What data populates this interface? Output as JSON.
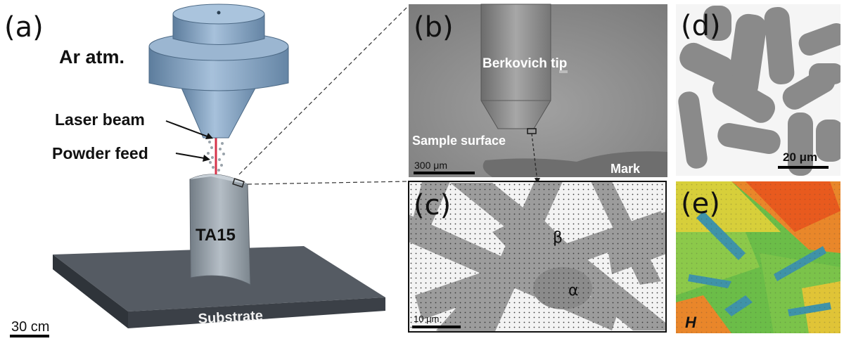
{
  "panels": {
    "a": {
      "label": "(a)",
      "atmosphere": "Ar atm.",
      "laser_label": "Laser beam",
      "powder_label": "Powder feed",
      "part_label": "TA15",
      "substrate_label": "Substrate",
      "scale_label": "30 cm"
    },
    "b": {
      "label": "(b)",
      "tip_label": "Berkovich tip",
      "surface_label": "Sample surface",
      "mark_label": "Mark",
      "scale_label": "300 μm"
    },
    "c": {
      "label": "(c)",
      "beta_label": "β",
      "alpha_label": "α",
      "scale_label": "10 μm"
    },
    "d": {
      "label": "(d)",
      "scale_label": "20 μm"
    },
    "e": {
      "label": "(e)",
      "map_label": "H"
    }
  },
  "colors": {
    "nozzle": "#7f9fbe",
    "substrate": "#4a5058",
    "part": "#8d979f",
    "laser": "#d6334a",
    "sem_background": "#8d8d8d",
    "map_high": "#e8501c",
    "map_mid": "#f0d83a",
    "map_low": "#55b84a",
    "map_base": "#3f93a8"
  }
}
